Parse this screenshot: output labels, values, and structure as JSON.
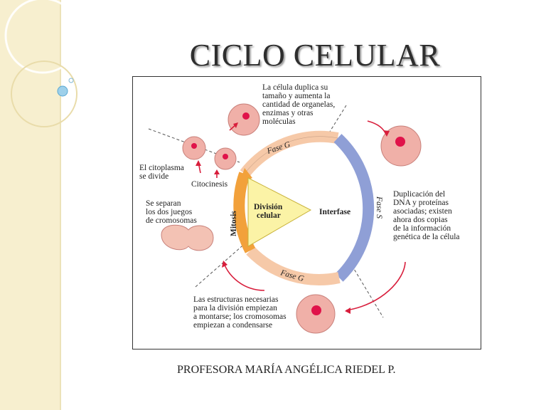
{
  "slide": {
    "title": "CICLO CELULAR",
    "footer": "PROFESORA MARÍA ANGÉLICA RIEDEL P."
  },
  "diagram": {
    "phase_g1": "Fase G",
    "phase_s": "Fase S",
    "phase_g2": "Fase G",
    "interphase": "Interfase",
    "cell_division_line1": "División",
    "cell_division_line2": "celular",
    "mitosis": "Mitosis",
    "cytokinesis": "Citocinesis",
    "text_top": [
      "La célula duplica su",
      "tamaño y aumenta la",
      "cantidad de organelas,",
      "enzimas y otras",
      "moléculas"
    ],
    "text_right": [
      "Duplicación del",
      "DNA y proteínas",
      "asociadas; existen",
      "ahora dos copias",
      "de la información",
      "genética de la célula"
    ],
    "text_bottom": [
      "Las estructuras necesarias",
      "para la división empiezan",
      "a montarse; los cromosomas",
      "empiezan a condensarse"
    ],
    "text_cyto": [
      "El citoplasma",
      "se divide"
    ],
    "text_separate": [
      "Se separan",
      "los dos juegos",
      "de cromosomas"
    ],
    "colors": {
      "g_phase": "#f6c9a8",
      "s_phase": "#8f9fd6",
      "mitosis": "#f2a13b",
      "division_triangle": "#fbf3a6",
      "cell": "#f0b0a8",
      "nucleus": "#e0134a",
      "arrow": "#d81e3c"
    }
  }
}
